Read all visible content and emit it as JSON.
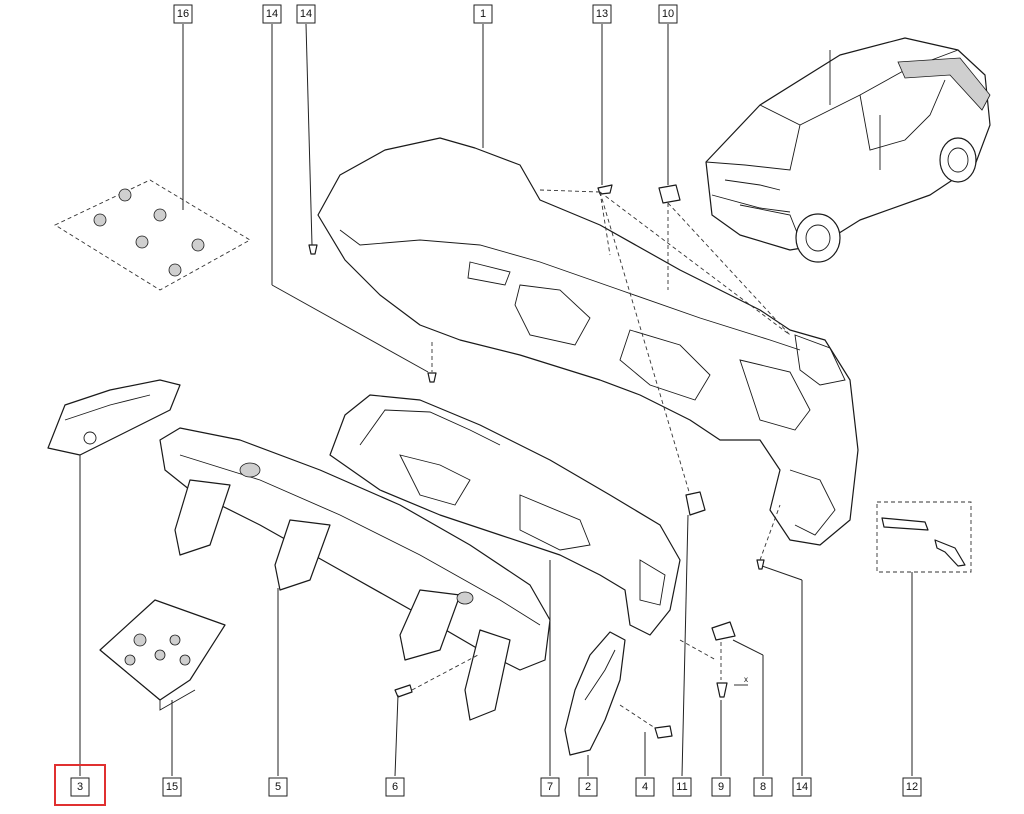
{
  "callouts": [
    {
      "id": "c16a",
      "text": "16"
    },
    {
      "id": "c14a",
      "text": "14"
    },
    {
      "id": "c14b",
      "text": "14"
    },
    {
      "id": "c1",
      "text": "1"
    },
    {
      "id": "c13",
      "text": "13"
    },
    {
      "id": "c10",
      "text": "10"
    },
    {
      "id": "c3",
      "text": "3"
    },
    {
      "id": "c15",
      "text": "15"
    },
    {
      "id": "c5",
      "text": "5"
    },
    {
      "id": "c6",
      "text": "6"
    },
    {
      "id": "c7",
      "text": "7"
    },
    {
      "id": "c2",
      "text": "2"
    },
    {
      "id": "c4",
      "text": "4"
    },
    {
      "id": "c11",
      "text": "11"
    },
    {
      "id": "c9",
      "text": "9"
    },
    {
      "id": "c8",
      "text": "8"
    },
    {
      "id": "c14c",
      "text": "14"
    },
    {
      "id": "c12",
      "text": "12"
    }
  ],
  "selected_callout": "3",
  "axis_mark": "x",
  "colors": {
    "line": "#1a1a1a",
    "selection": "#e03030",
    "fill": "#ffffff"
  }
}
